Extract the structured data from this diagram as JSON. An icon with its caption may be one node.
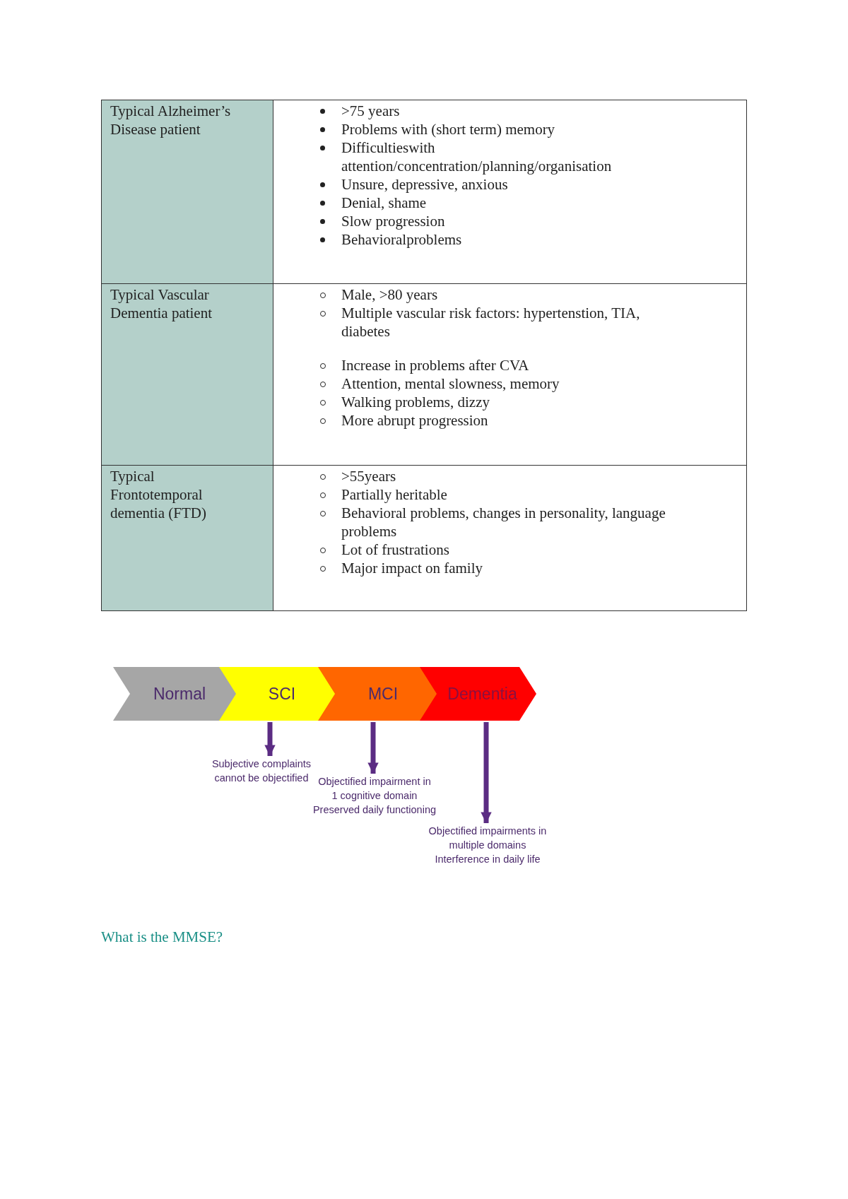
{
  "diagram": {
    "nodes": [
      {
        "text": [
          "Normal"
        ]
      },
      {
        "text": [
          "SCI"
        ]
      },
      {
        "text": [
          "MCI"
        ]
      },
      {
        "text": [
          "Dementia"
        ]
      },
      {
        "text": [
          "Subjective complaints cannot be objectified"
        ]
      },
      {
        "text": [
          "Objectified impairment in 1 cognitive domain",
          "Preserved daily functioning"
        ]
      },
      {
        "text": [
          "Objectified impairments in multiple domains",
          "Interference in daily life"
        ]
      }
    ],
    "edges": [
      {
        "from": 1,
        "to": 4,
        "arrow": "to"
      },
      {
        "from": 2,
        "to": 5,
        "arrow": "to"
      },
      {
        "from": 3,
        "to": 6,
        "arrow": "to"
      }
    ],
    "labels": [
      "Typical Alzheimer’s Disease patient",
      ">75 years",
      "Problems with (short term) memory",
      "Difficultieswith attention/concentration/planning/organisation",
      "Unsure, depressive, anxious",
      "Denial, shame",
      "Slow progression",
      "Behavioralproblems",
      "Typical Vascular Dementia patient",
      "Male, >80 years",
      "Multiple vascular risk factors: hypertenstion, TIA, diabetes",
      "Increase in problems after CVA",
      "Attention, mental slowness, memory",
      "Walking problems, dizzy",
      "More abrupt progression",
      "Typical Frontotemporal dementia (FTD)",
      ">55years",
      "Partially heritable",
      "Behavioral problems, changes in personality, language problems",
      "Lot of frustrations",
      "Major impact on family",
      "What is the MMSE?"
    ]
  }
}
